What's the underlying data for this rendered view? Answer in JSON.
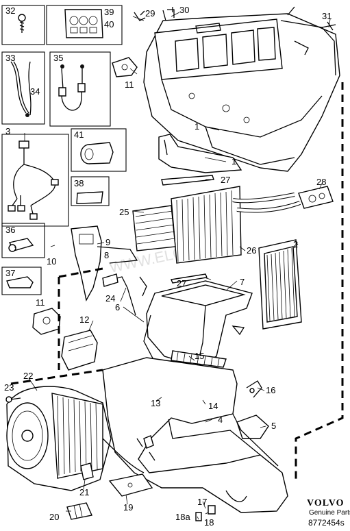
{
  "parts": {
    "p1": "1",
    "p1b": "1",
    "p2": "2",
    "p3": "3",
    "p4": "4",
    "p5": "5",
    "p6": "6",
    "p7": "7",
    "p8": "8",
    "p9": "9",
    "p10": "10",
    "p11a": "11",
    "p11b": "11",
    "p12": "12",
    "p13": "13",
    "p14": "14",
    "p15": "15",
    "p16": "16",
    "p17": "17",
    "p18": "18",
    "p18a": "18a",
    "p19": "19",
    "p20": "20",
    "p21": "21",
    "p22": "22",
    "p23": "23",
    "p24": "24",
    "p25": "25",
    "p26": "26",
    "p27a": "27",
    "p27b": "27",
    "p28": "28",
    "p29": "29",
    "p30": "30",
    "p31": "31",
    "p32": "32",
    "p33": "33",
    "p34": "34",
    "p35": "35",
    "p36": "36",
    "p37": "37",
    "p38": "38",
    "p39": "39",
    "p40": "40",
    "p41": "41"
  },
  "brand": {
    "name": "VOLVO",
    "subtitle": "Genuine Parts",
    "code": "8772454s"
  },
  "watermark": "WWW.ELCATS.RU",
  "colors": {
    "line": "#000000",
    "background": "#ffffff"
  }
}
